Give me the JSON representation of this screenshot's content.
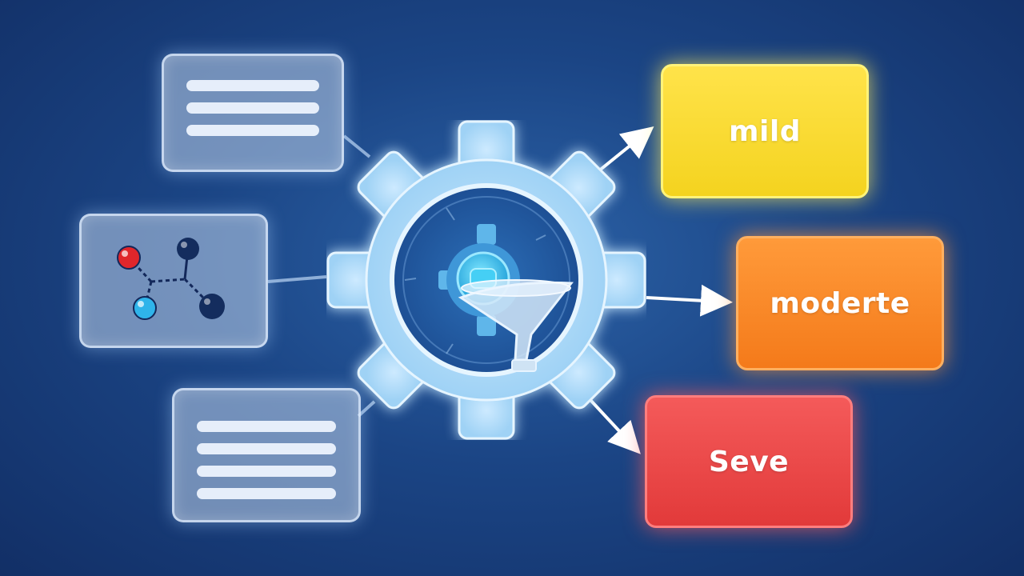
{
  "outputs": [
    {
      "label": "mild",
      "color": "#f4d31f"
    },
    {
      "label": "moderte",
      "color": "#f47a1a"
    },
    {
      "label": "Seve",
      "color": "#e23a3a"
    }
  ],
  "inputs": [
    {
      "kind": "document",
      "icon": "text-lines-icon"
    },
    {
      "kind": "molecule",
      "icon": "molecule-icon"
    },
    {
      "kind": "document",
      "icon": "text-lines-icon"
    }
  ],
  "processor": {
    "icon": "gear-icon",
    "inner_icon": "funnel-icon"
  }
}
